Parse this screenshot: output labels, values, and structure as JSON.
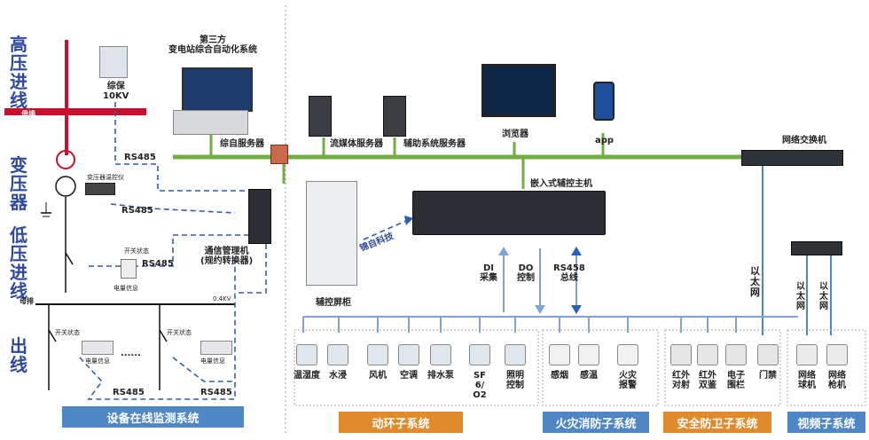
{
  "left": {
    "hv_in": "高压进线",
    "transformer": "变压器",
    "lv_in": "低压进线",
    "outgoing": "出线",
    "busbar_hv": "母排",
    "busbar_lv": "母排",
    "relay": "综保\n10KV",
    "temp_ctrl": "变压器温控仪",
    "switch_state_1": "开关状态",
    "power_info_1": "电量信息",
    "switch_state_2": "开关状态",
    "switch_state_3": "开关状态",
    "power_info_2": "电量信息",
    "power_info_3": "电量信息",
    "voltage": "0.4KV",
    "ellipsis": "......",
    "rs485": "RS485",
    "comm_mgr": "通信管理机\n(规约转换器)",
    "banner": "设备在线监测系统"
  },
  "top": {
    "third_party": "第三方\n变电站综合自动化系统",
    "integrated_server": "综自服务器",
    "streaming_server": "流媒体服务器",
    "aux_server": "辅助系统服务器",
    "browser": "浏览器",
    "app": "app",
    "switch": "网络交换机"
  },
  "middle": {
    "host": "嵌入式辅控主机",
    "brand": "锦自科技",
    "cabinet": "辅控屏柜",
    "di": "DI\n采集",
    "do": "DO\n控制",
    "rs458": "RS458\n总线",
    "ethernet": "以\n太\n网",
    "ethernet_2": "以\n太\n网",
    "ethernet_3": "以\n太\n网"
  },
  "devices": {
    "env": [
      "温湿度",
      "水浸",
      "风机",
      "空调",
      "排水泵",
      "SF\n6/\nO2",
      "照明\n控制"
    ],
    "fire": [
      "感烟",
      "感温",
      "火灾\n报警"
    ],
    "security": [
      "红外\n对射",
      "红外\n双鉴",
      "电子\n围栏",
      "门禁"
    ],
    "video": [
      "网络\n球机",
      "网络\n枪机"
    ]
  },
  "banners": {
    "env": "动环子系统",
    "fire": "火灾消防子系统",
    "security": "安全防卫子系统",
    "video": "视频子系统"
  },
  "colors": {
    "bus": "#6fae3f",
    "banner": "#4f86c6",
    "title": "#2d4a9c",
    "hv": "#c8102e",
    "dash": "#2d5fb5"
  }
}
